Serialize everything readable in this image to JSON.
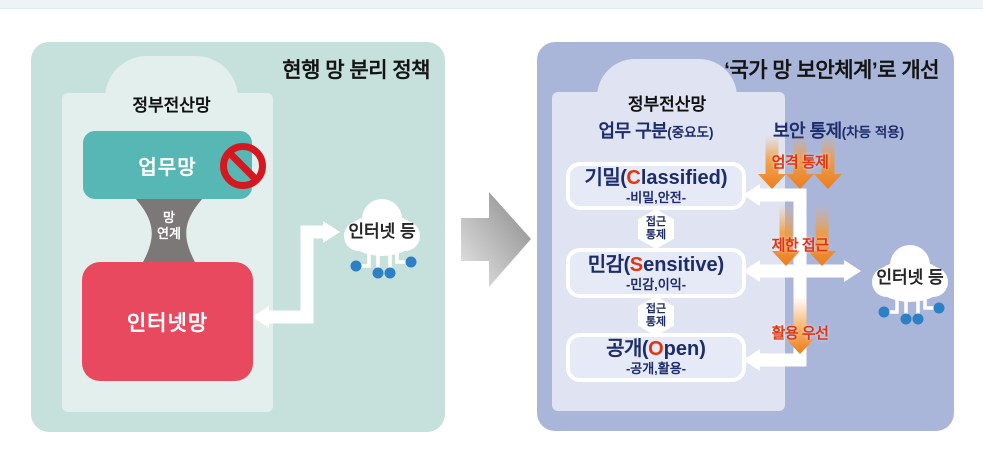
{
  "left_panel": {
    "title": "현행 망 분리 정책",
    "gov_net_label": "정부전산망",
    "work_net": "업무망",
    "link_label": "망\n연계",
    "internet_net": "인터넷망",
    "cloud_label": "인터넷 등"
  },
  "right_panel": {
    "title": "‘국가 망 보안체계’로 개선",
    "gov_net_label": "정부전산망",
    "headers": {
      "classification_main": "업무 구분",
      "classification_sub": "(중요도)",
      "control_main": "보안 통제",
      "control_sub": "(차등 적용)"
    },
    "tiers": [
      {
        "kr": "기밀(",
        "initial": "C",
        "en": "lassified)",
        "sub": "-비밀,안전-"
      },
      {
        "kr": "민감(",
        "initial": "S",
        "en": "ensitive)",
        "sub": "-민감,이익-"
      },
      {
        "kr": "공개(",
        "initial": "O",
        "en": "pen)",
        "sub": "-공개,활용-"
      }
    ],
    "access_badge_1": "접근\n통제",
    "access_badge_2": "접근\n통제",
    "control_labels": [
      "엄격 통제",
      "제한 접근",
      "활용 우선"
    ],
    "cloud_label": "인터넷 등"
  },
  "colors": {
    "left_panel_bg": "#c6e0db",
    "left_inner_bg": "#e2efec",
    "work_net_bg": "#57b7b5",
    "internet_net_bg": "#e8495f",
    "right_panel_bg": "#a9b6da",
    "right_inner_bg": "#e0e4f2",
    "tier_fill": "#e6e9f6",
    "navy": "#1d2c6b",
    "accent_red": "#e6330f",
    "orange": "#ee7d1a",
    "link_gray": "#7b7877",
    "dot_blue": "#2e80c4",
    "prohibit_red": "#d5181f"
  }
}
